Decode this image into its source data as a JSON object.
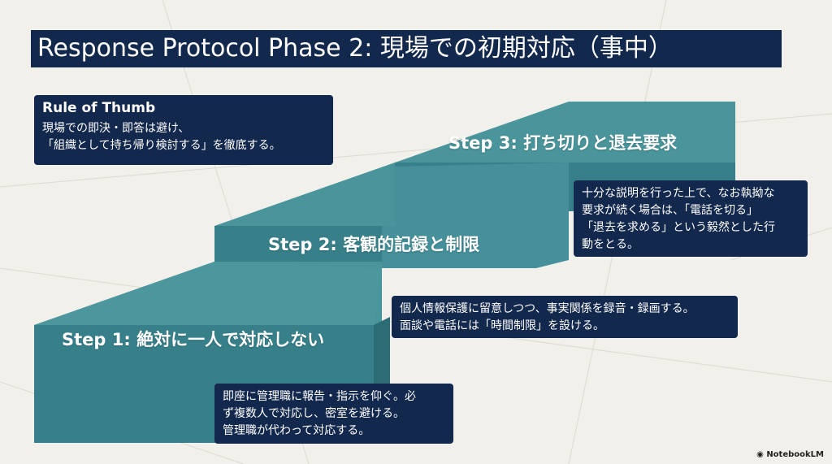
{
  "title": "Response Protocol Phase 2: 現場での初期対応（事中）",
  "rule_of_thumb": {
    "heading": "Rule of Thumb",
    "lines": [
      "現場での即決・即答は避け、",
      "「組織として持ち帰り検討する」を徹底する。"
    ]
  },
  "steps": [
    {
      "label": "Step 1: 絶対に一人で対応しない",
      "desc": [
        "即座に管理職に報告・指示を仰ぐ。必",
        "ず複数人で対応し、密室を避ける。",
        "管理職が代わって対応する。"
      ]
    },
    {
      "label": "Step 2: 客観的記録と制限",
      "desc": [
        "個人情報保護に留意しつつ、事実関係を録音・録画する。",
        "面談や電話には「時間制限」を設ける。"
      ]
    },
    {
      "label": "Step 3: 打ち切りと退去要求",
      "desc": [
        "十分な説明を行った上で、なお執拗な",
        "要求が続く場合は、「電話を切る」",
        "「退去を求める」という毅然とした行",
        "動をとる。"
      ]
    }
  ],
  "brand": "NotebookLM",
  "colors": {
    "navy": "#13284d",
    "teal_top": "#4a959b",
    "teal_front": "#37808a",
    "teal_side": "#2c6c75"
  }
}
